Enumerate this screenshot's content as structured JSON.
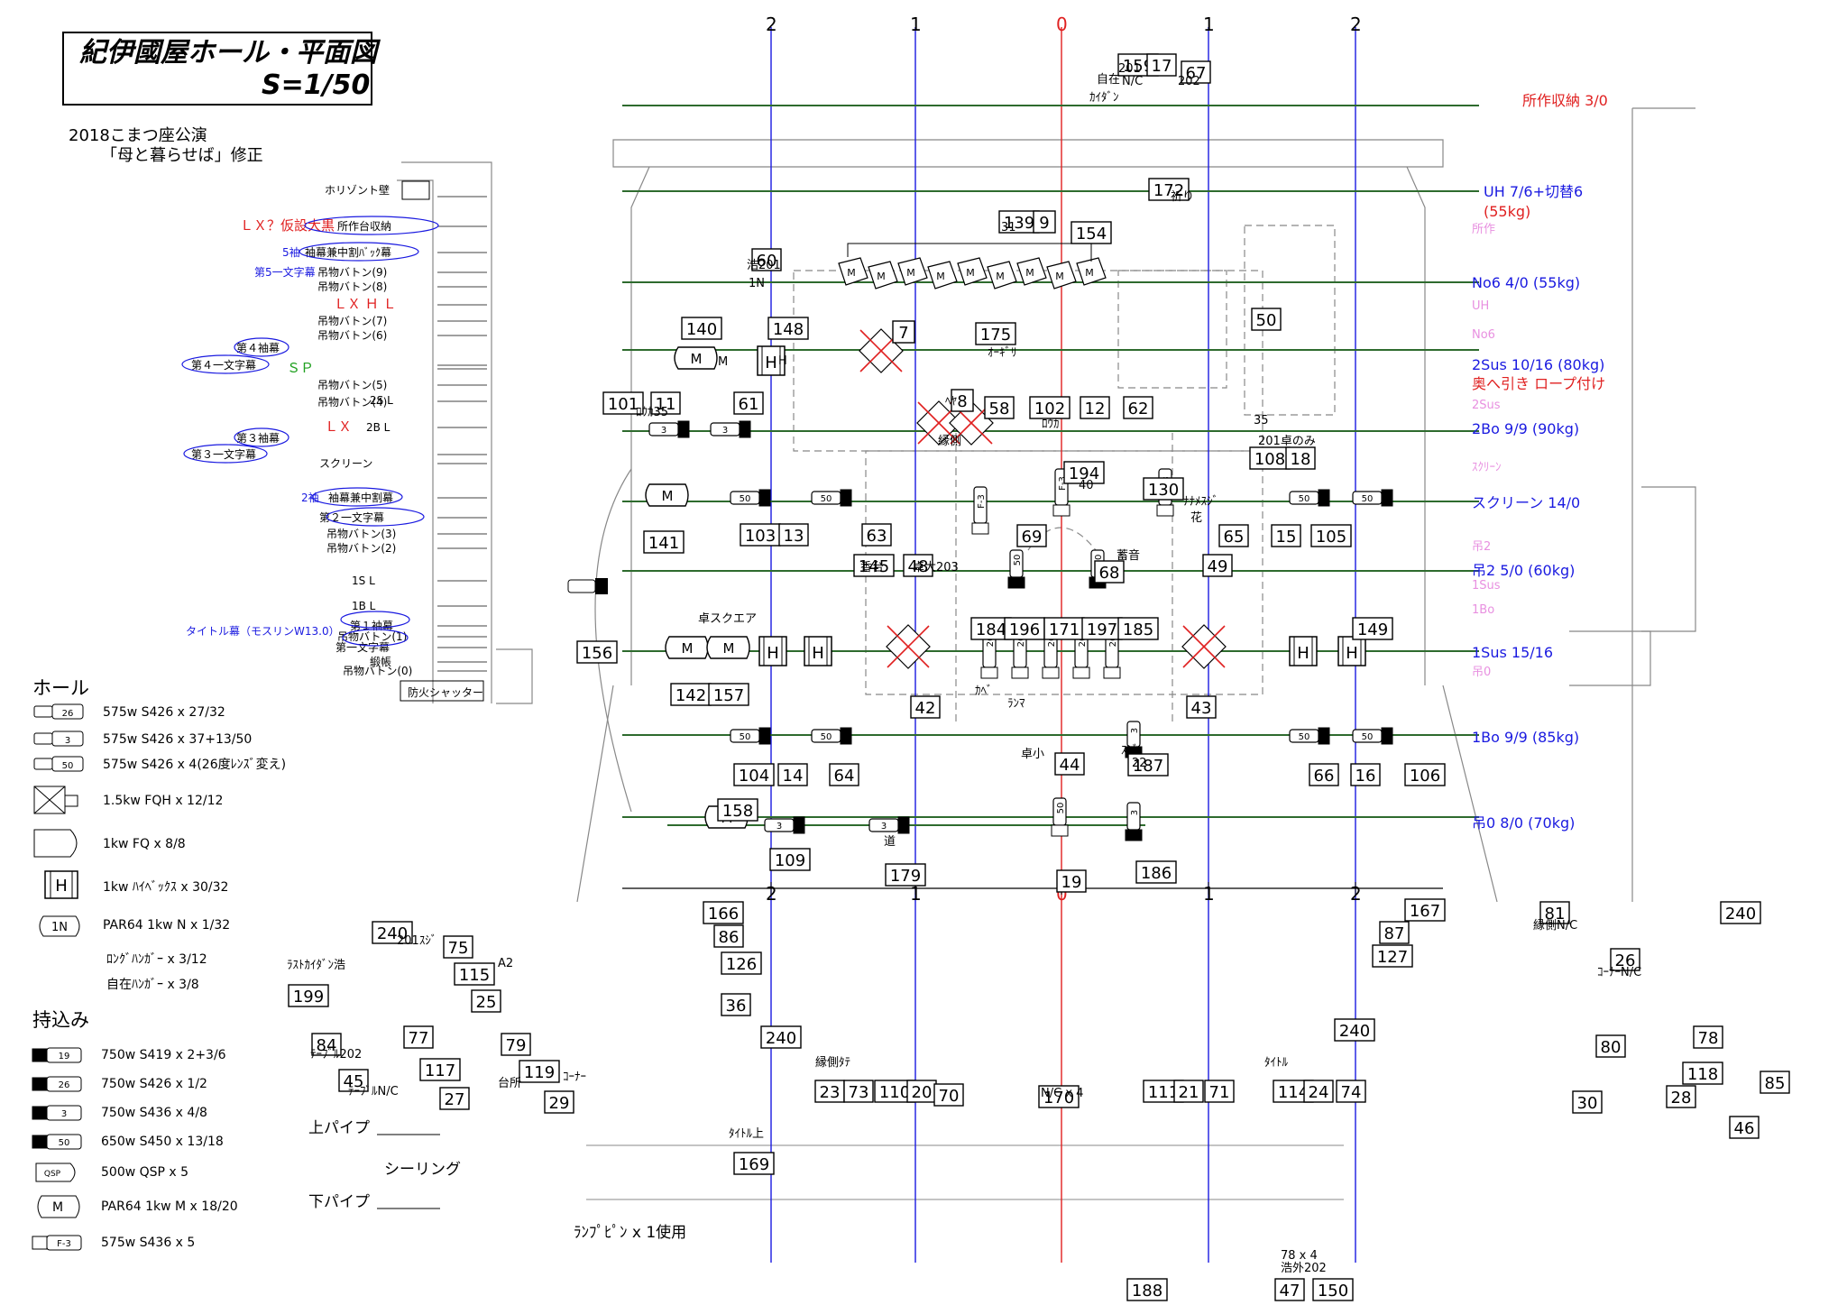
{
  "title": {
    "line1": "紀伊國屋ホール・平面図",
    "line2": "S=1/50"
  },
  "subtitle": {
    "line1": "2018こまつ座公演",
    "line2": "「母と暮らせば」修正"
  },
  "colors": {
    "batten": "#2e6b2e",
    "center": "#e02020",
    "grid": "#1a1ae0",
    "label_red": "#e02020",
    "label_blue": "#1a1ae0",
    "label_pink": "#e890e0",
    "label_green": "#20a020"
  },
  "grid_labels_top": [
    "2",
    "1",
    "0",
    "1",
    "2"
  ],
  "grid_labels_mid": [
    "2",
    "1",
    "0",
    "1",
    "2"
  ],
  "batten_labels": [
    {
      "text": "所作収納 3/0",
      "color": "red"
    },
    {
      "text": "UH 7/6+切替6",
      "color": "blue"
    },
    {
      "text": "(55kg)",
      "color": "red"
    },
    {
      "text": "所作",
      "color": "pink"
    },
    {
      "text": "No6 4/0 (55kg)",
      "color": "blue"
    },
    {
      "text": "UH",
      "color": "pink"
    },
    {
      "text": "No6",
      "color": "pink"
    },
    {
      "text": "2Sus 10/16 (80kg)",
      "color": "blue"
    },
    {
      "text": "奥へ引き ロープ付け",
      "color": "red"
    },
    {
      "text": "2Sus",
      "color": "pink"
    },
    {
      "text": "2Bo 9/9 (90kg)",
      "color": "blue"
    },
    {
      "text": "ｽｸﾘｰﾝ",
      "color": "pink"
    },
    {
      "text": "スクリーン 14/0",
      "color": "blue"
    },
    {
      "text": "吊2",
      "color": "pink"
    },
    {
      "text": "吊2 5/0 (60kg)",
      "color": "blue"
    },
    {
      "text": "1Sus",
      "color": "pink"
    },
    {
      "text": "1Bo",
      "color": "pink"
    },
    {
      "text": "1Sus 15/16",
      "color": "blue"
    },
    {
      "text": "吊0",
      "color": "pink"
    },
    {
      "text": "1Bo 9/9 (85kg)",
      "color": "blue"
    },
    {
      "text": "吊0 8/0 (70kg)",
      "color": "blue"
    }
  ],
  "side_labels": [
    {
      "text": "ホリゾント壁",
      "color": "black"
    },
    {
      "text": "ＬＸ？仮設大黒",
      "color": "red"
    },
    {
      "text": "所作台収納",
      "color": "black"
    },
    {
      "text": "5袖",
      "color": "blue"
    },
    {
      "text": "袖幕兼中割ﾊﾞｯｸ幕",
      "color": "black"
    },
    {
      "text": "第5一文字幕",
      "color": "blue"
    },
    {
      "text": "吊物バトン(9)",
      "color": "black"
    },
    {
      "text": "吊物バトン(8)",
      "color": "black"
    },
    {
      "text": "ＬＸ Ｈ Ｌ",
      "color": "red"
    },
    {
      "text": "吊物バトン(7)",
      "color": "black"
    },
    {
      "text": "吊物バトン(6)",
      "color": "black"
    },
    {
      "text": "第４袖幕",
      "color": "black"
    },
    {
      "text": "第４一文字幕",
      "color": "black"
    },
    {
      "text": "ＳＰ",
      "color": "green"
    },
    {
      "text": "吊物バトン(5)",
      "color": "black"
    },
    {
      "text": "吊物バトン(4)",
      "color": "black"
    },
    {
      "text": "ＬＸ",
      "color": "red"
    },
    {
      "text": "2S L",
      "color": "black"
    },
    {
      "text": "2B L",
      "color": "black"
    },
    {
      "text": "第３袖幕",
      "color": "black"
    },
    {
      "text": "第３一文字幕",
      "color": "black"
    },
    {
      "text": "スクリーン",
      "color": "black"
    },
    {
      "text": "2袖",
      "color": "blue"
    },
    {
      "text": "袖幕兼中割幕",
      "color": "black"
    },
    {
      "text": "第２一文字幕",
      "color": "black"
    },
    {
      "text": "吊物バトン(3)",
      "color": "black"
    },
    {
      "text": "吊物バトン(2)",
      "color": "black"
    },
    {
      "text": "1S L",
      "color": "black"
    },
    {
      "text": "1B L",
      "color": "black"
    },
    {
      "text": "第１袖幕",
      "color": "black"
    },
    {
      "text": "タイトル幕（モスリンW13.0）",
      "color": "blue"
    },
    {
      "text": "吊物バトン(1)",
      "color": "black"
    },
    {
      "text": "第一文字幕",
      "color": "black"
    },
    {
      "text": "緞帳",
      "color": "black"
    },
    {
      "text": "吊物バトン(0)",
      "color": "black"
    },
    {
      "text": "防火シャッター",
      "color": "black"
    }
  ],
  "legend": {
    "hall_heading": "ホール",
    "hall_items": [
      {
        "icon": "26",
        "text": "575w S426 x 27/32"
      },
      {
        "icon": "3",
        "text": "575w S426 x 37+13/50"
      },
      {
        "icon": "50",
        "text": "575w S426 x 4(26度ﾚﾝｽﾞ変え)"
      },
      {
        "icon": "fqh",
        "text": "1.5kw FQH x 12/12"
      },
      {
        "icon": "fq",
        "text": "1kw FQ x 8/8"
      },
      {
        "icon": "H",
        "text": "1kw ﾊｲﾍﾞｯｸｽ x 30/32"
      },
      {
        "icon": "1N",
        "text": "PAR64 1kw N x 1/32"
      },
      {
        "icon": "",
        "text": "ﾛﾝｸﾞﾊﾝｶﾞｰ x 3/12"
      },
      {
        "icon": "",
        "text": "自在ﾊﾝｶﾞｰ x 3/8"
      }
    ],
    "carry_heading": "持込み",
    "carry_items": [
      {
        "icon": "19",
        "text": "750w S419 x 2+3/6"
      },
      {
        "icon": "26",
        "text": "750w S426 x 1/2"
      },
      {
        "icon": "3",
        "text": "750w S436 x 4/8"
      },
      {
        "icon": "50",
        "text": "650w S450 x 13/18"
      },
      {
        "icon": "QSP",
        "text": "500w QSP x 5"
      },
      {
        "icon": "M",
        "text": "PAR64 1kw M x 18/20"
      },
      {
        "icon": "F-3",
        "text": "575w S436 x 5"
      }
    ]
  },
  "pipes": {
    "upper": "上パイプ",
    "ceiling": "シーリング",
    "lower": "下パイプ"
  },
  "lamp_pin_note": "ﾗﾝﾌﾟﾋﾟﾝ x 1使用",
  "channels": [
    "159",
    "17",
    "67",
    "172",
    "139",
    "9",
    "154",
    "60",
    "175",
    "140",
    "148",
    "7",
    "50",
    "101",
    "11",
    "61",
    "8",
    "58",
    "102",
    "12",
    "62",
    "108",
    "18",
    "194",
    "130",
    "141",
    "103",
    "13",
    "63",
    "69",
    "65",
    "15",
    "105",
    "145",
    "48",
    "68",
    "49",
    "156",
    "184",
    "196",
    "171",
    "197",
    "185",
    "149",
    "142",
    "157",
    "42",
    "43",
    "104",
    "14",
    "64",
    "44",
    "187",
    "66",
    "16",
    "106",
    "158",
    "109",
    "179",
    "19",
    "186",
    "240",
    "166",
    "86",
    "126",
    "36",
    "75",
    "115",
    "25",
    "199",
    "84",
    "77",
    "117",
    "45",
    "27",
    "79",
    "119",
    "29",
    "240",
    "169",
    "23",
    "73",
    "110",
    "20",
    "70",
    "170",
    "111",
    "21",
    "71",
    "114",
    "24",
    "74",
    "47",
    "150",
    "188",
    "167",
    "87",
    "127",
    "81",
    "240",
    "26",
    "80",
    "78",
    "118",
    "85",
    "46",
    "240",
    "28",
    "30"
  ],
  "annotations": [
    "201",
    "自在",
    "ｶｲﾀﾞﾝ",
    "N/C",
    "202",
    "祈り",
    "31",
    "浩201",
    "1N",
    "M",
    "H",
    "ｵｰｷﾞﾘ",
    "ﾍﾔ",
    "ﾛｳｶ35",
    "ﾛｳｶ",
    "縁側",
    "35",
    "201卓のみ",
    "40",
    "ﾅﾅﾒｽｼﾞ",
    "花",
    "香台",
    "卓大203",
    "蓄音",
    "卓スクエア",
    "ｶﾍﾞ",
    "ﾗﾝﾏ",
    "卓小",
    "ｽｼﾞ",
    "22",
    "道",
    "201ｽｼﾞ",
    "A2",
    "ﾗｽﾄｶｲﾀﾞﾝ浩",
    "ﾃｰﾌﾞﾙ202",
    "ﾃｰﾌﾞﾙN/C",
    "台所",
    "ｺｰﾅｰ",
    "ﾀｲﾄﾙ上",
    "縁側ﾀﾃ",
    "ﾀｲﾄﾙ",
    "N/C x 4",
    "78 x 4",
    "浩外202",
    "縁側N/C",
    "ｺｰﾅｰN/C"
  ]
}
